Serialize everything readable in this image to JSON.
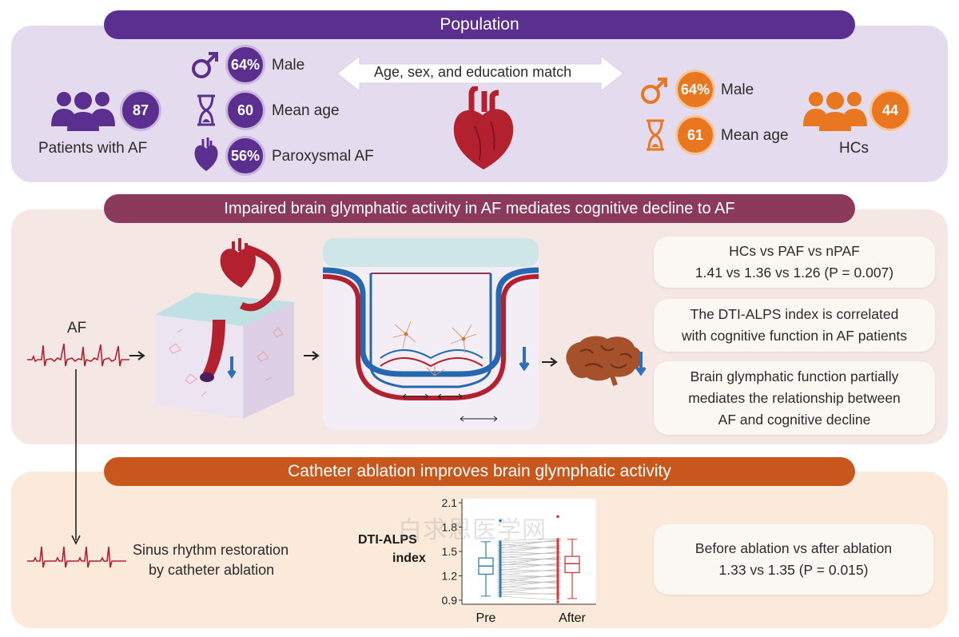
{
  "colors": {
    "purple": "#5a2f8f",
    "purple_panel": "#e4dcee",
    "maroon": "#8b3a5c",
    "pink_panel": "#f5e7e3",
    "orange": "#e8771f",
    "burnt_orange": "#c8571e",
    "peach_panel": "#fbe9da",
    "heart_red": "#b3202e",
    "vessel_blue": "#2668b0",
    "arrow_blue": "#2f6fb3"
  },
  "population": {
    "banner": "Population",
    "af_group": {
      "count": "87",
      "label": "Patients with AF",
      "icon": "people-group-icon",
      "stats": [
        {
          "icon": "male-icon",
          "value": "64%",
          "label": "Male"
        },
        {
          "icon": "hourglass-icon",
          "value": "60",
          "label": "Mean age"
        },
        {
          "icon": "heart-icon",
          "value": "56%",
          "label": "Paroxysmal AF"
        }
      ]
    },
    "match_label": "Age, sex, and education match",
    "hc_group": {
      "count": "44",
      "label": "HCs",
      "icon": "people-group-icon",
      "stats": [
        {
          "icon": "male-icon",
          "value": "64%",
          "label": "Male"
        },
        {
          "icon": "hourglass-icon",
          "value": "61",
          "label": "Mean age"
        }
      ]
    }
  },
  "impaired": {
    "banner": "Impaired brain glymphatic activity in AF mediates cognitive decline to AF",
    "af_label": "AF",
    "findings": [
      {
        "lines": [
          "HCs vs PAF vs nPAF",
          "1.41 vs 1.36 vs 1.26 (P = 0.007)"
        ]
      },
      {
        "lines": [
          "The DTI-ALPS index is correlated",
          "with cognitive function in AF patients"
        ]
      },
      {
        "lines": [
          "Brain glymphatic function partially",
          "mediates the relationship between",
          "AF and cognitive decline"
        ]
      }
    ]
  },
  "ablation": {
    "banner": "Catheter ablation improves brain glymphatic activity",
    "restoration_label_1": "Sinus rhythm restoration",
    "restoration_label_2": "by catheter ablation",
    "result_lines": [
      "Before ablation vs after ablation",
      "1.33 vs 1.35 (P = 0.015)"
    ],
    "watermark": "白求恩医学网"
  },
  "chart_data": {
    "type": "box",
    "ylabel": "DTI-ALPS index",
    "categories": [
      "Pre",
      "After"
    ],
    "yticks": [
      "0.9",
      "1.2",
      "1.5",
      "1.8",
      "2.1"
    ],
    "ylim": [
      0.85,
      2.15
    ],
    "series": [
      {
        "name": "Pre",
        "color": "#2f7fa8",
        "box": {
          "q1": 1.22,
          "median": 1.32,
          "q3": 1.42,
          "whisker_low": 0.95,
          "whisker_high": 1.62
        },
        "outliers": [
          1.88
        ]
      },
      {
        "name": "After",
        "color": "#d23a3a",
        "box": {
          "q1": 1.24,
          "median": 1.35,
          "q3": 1.44,
          "whisker_low": 0.92,
          "whisker_high": 1.65
        },
        "outliers": [
          1.93,
          0.88
        ]
      }
    ]
  }
}
